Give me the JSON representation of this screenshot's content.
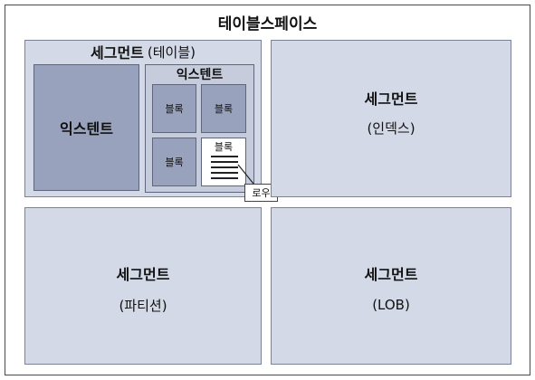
{
  "tablespace": {
    "title": "테이블스페이스"
  },
  "segments": {
    "table": {
      "label": "세그먼트",
      "sub": "(테이블)"
    },
    "index": {
      "label": "세그먼트",
      "sub": "(인덱스)"
    },
    "partition": {
      "label": "세그먼트",
      "sub": "(파티션)"
    },
    "lob": {
      "label": "세그먼트",
      "sub": "(LOB)"
    }
  },
  "extents": {
    "big": {
      "label": "익스텐트"
    },
    "small": {
      "label": "익스텐트"
    }
  },
  "blocks": [
    "블록",
    "블록",
    "블록",
    "블록"
  ],
  "row": {
    "label": "로우"
  }
}
